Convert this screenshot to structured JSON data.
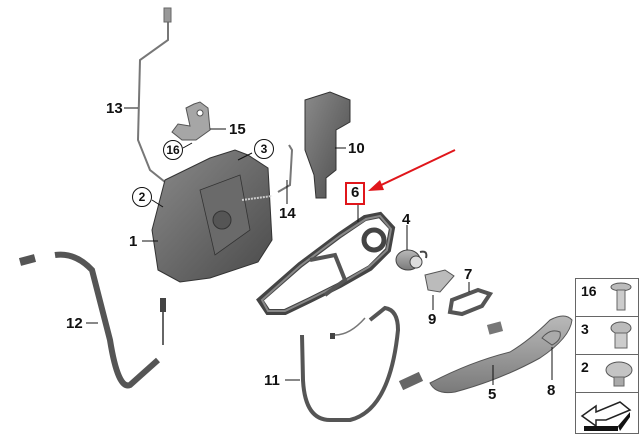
{
  "diagram": {
    "type": "exploded parts diagram",
    "subject": "Door lock system and outside door handle",
    "highlight_color": "#e0161b",
    "callouts": [
      {
        "id": "1",
        "style": "plain"
      },
      {
        "id": "2",
        "style": "circled"
      },
      {
        "id": "3",
        "style": "circled"
      },
      {
        "id": "4",
        "style": "plain"
      },
      {
        "id": "5",
        "style": "plain"
      },
      {
        "id": "6",
        "style": "boxed-highlight"
      },
      {
        "id": "7",
        "style": "plain"
      },
      {
        "id": "8",
        "style": "plain"
      },
      {
        "id": "9",
        "style": "plain"
      },
      {
        "id": "10",
        "style": "plain"
      },
      {
        "id": "11",
        "style": "plain"
      },
      {
        "id": "12",
        "style": "plain"
      },
      {
        "id": "13",
        "style": "plain"
      },
      {
        "id": "14",
        "style": "plain"
      },
      {
        "id": "15",
        "style": "plain"
      },
      {
        "id": "16",
        "style": "circled"
      }
    ],
    "labels": {
      "l1": "1",
      "l2": "2",
      "l3": "3",
      "l4": "4",
      "l5": "5",
      "l6": "6",
      "l7": "7",
      "l8": "8",
      "l9": "9",
      "l10": "10",
      "l11": "11",
      "l12": "12",
      "l13": "13",
      "l14": "14",
      "l15": "15",
      "l16": "16"
    },
    "highlighted_part": "6",
    "legend": {
      "items": [
        {
          "num": "16",
          "icon": "countersunk-screw-icon"
        },
        {
          "num": "3",
          "icon": "torx-screw-icon"
        },
        {
          "num": "2",
          "icon": "pan-head-screw-icon"
        }
      ],
      "direction_icon": "direction-arrow-icon"
    }
  }
}
